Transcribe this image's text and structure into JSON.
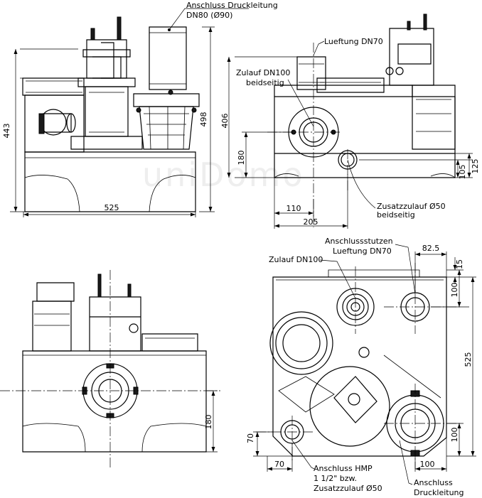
{
  "watermark": "uniDomo",
  "views": {
    "front": {
      "callout_discharge_line1": "Anschluss Druckleitung",
      "callout_discharge_line2": "DN80 (Ø90)",
      "dim_total_height": "498",
      "dim_body_height": "443",
      "dim_width": "525"
    },
    "side": {
      "callout_vent": "Lueftung DN70",
      "callout_inlet_line1": "Zulauf DN100",
      "callout_inlet_line2": "beidseitig",
      "callout_aux_line1": "Zusatzzulauf Ø50",
      "callout_aux_line2": "beidseitig",
      "dim_height": "406",
      "dim_inlet_height": "180",
      "dim_aux_height_a": "105",
      "dim_aux_height_b": "125",
      "dim_110": "110",
      "dim_205": "205"
    },
    "rear": {
      "dim_inlet_height": "180"
    },
    "top": {
      "callout_stub_line1": "Anschlussstutzen",
      "callout_stub_line2": "Lueftung DN70",
      "callout_inlet": "Zulauf DN100",
      "callout_hmp_line1": "Anschluss HMP",
      "callout_hmp_line2": "1 1/2\" bzw.",
      "callout_hmp_line3": "Zusatzzulauf Ø50",
      "callout_discharge_line1": "Anschluss",
      "callout_discharge_line2": "Druckleitung",
      "dim_825": "82.5",
      "dim_15": "15",
      "dim_100_top": "100",
      "dim_525": "525",
      "dim_100_bottom": "100",
      "dim_70_vert": "70",
      "dim_70_horiz": "70",
      "dim_100_horiz": "100"
    }
  }
}
